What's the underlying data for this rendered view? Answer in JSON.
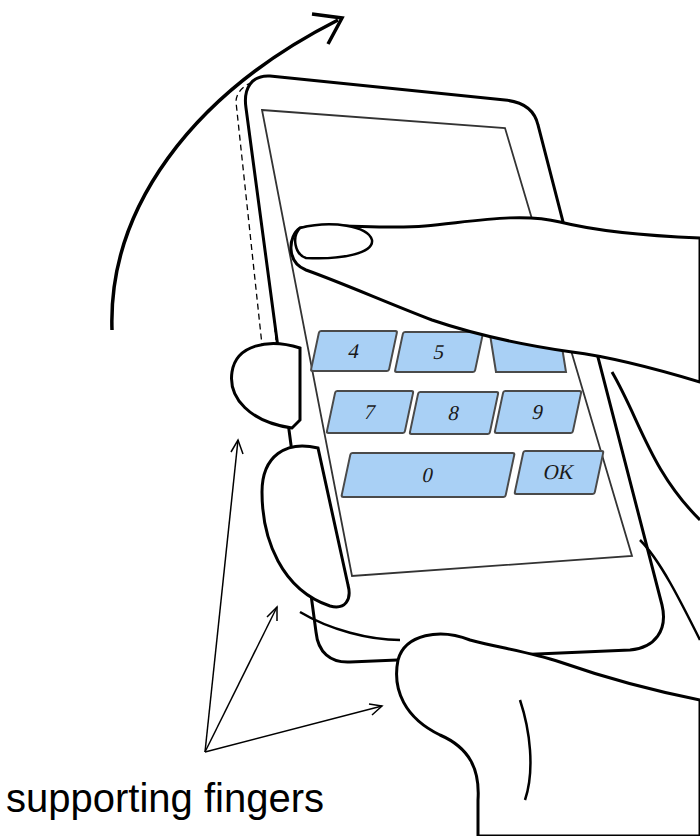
{
  "diagram": {
    "nodes": [
      {
        "text": [
          "4"
        ]
      },
      {
        "text": [
          "5"
        ]
      },
      {
        "text": [
          "7"
        ]
      },
      {
        "text": [
          "8"
        ]
      },
      {
        "text": [
          "9"
        ]
      },
      {
        "text": [
          "0"
        ]
      },
      {
        "text": [
          "OK"
        ]
      }
    ],
    "labels": [
      "supporting fingers"
    ]
  }
}
